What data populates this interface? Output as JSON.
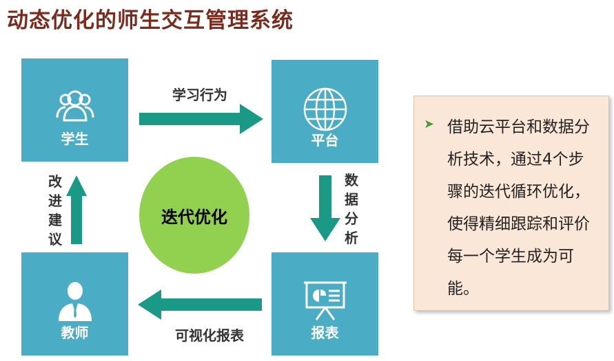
{
  "title": "动态优化的师生交互管理系统",
  "nodes": {
    "student": "学生",
    "platform": "平台",
    "report": "报表",
    "teacher": "教师",
    "center": "迭代优化"
  },
  "edges": {
    "learning_behavior": "学习行为",
    "data_analysis": [
      "数",
      "据",
      "分",
      "析"
    ],
    "visual_report": "可视化报表",
    "suggestions": [
      "改",
      "进",
      "建",
      "议"
    ]
  },
  "note": {
    "text": "借助云平台和数据分析技术，通过4个步骤的迭代循环优化，使得精细跟踪和评价每一个学生成为可能。"
  },
  "colors": {
    "title": "#7b2b1d",
    "box": "#4bacc6",
    "arrow": "#1a9a86",
    "center": "#92d050",
    "note_bg": "#fbe7d7"
  }
}
